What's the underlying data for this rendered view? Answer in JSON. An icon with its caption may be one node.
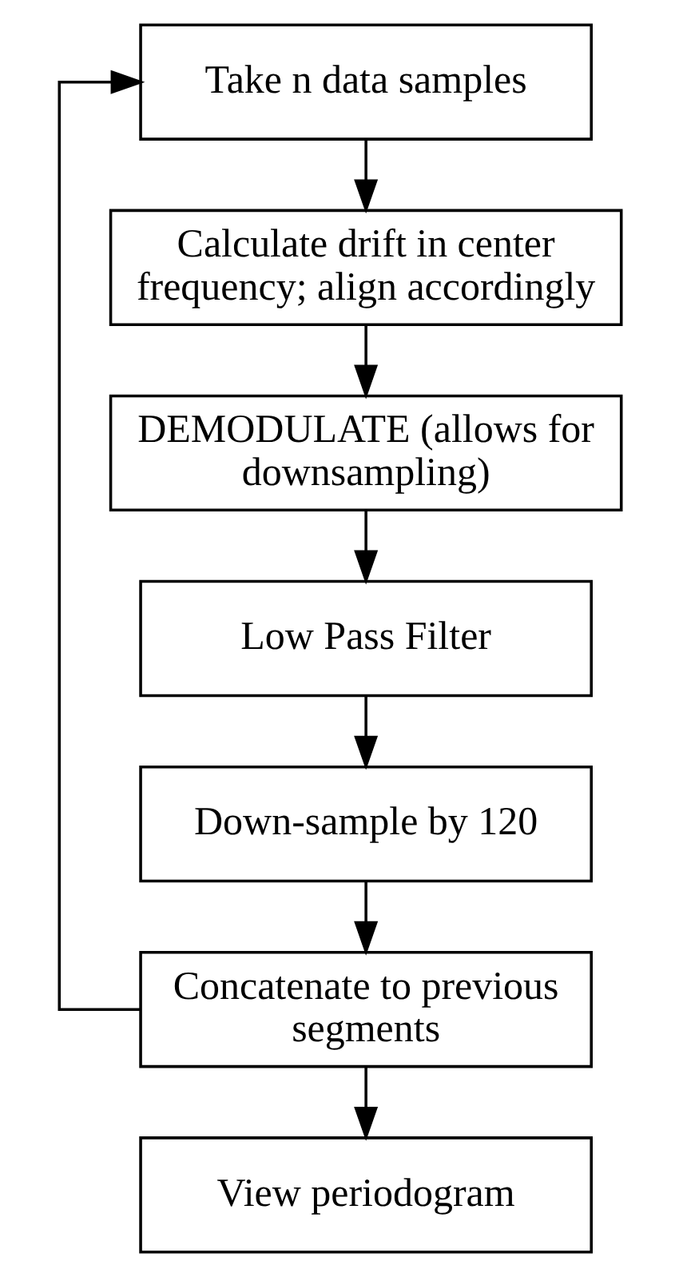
{
  "diagram": {
    "nodes": [
      {
        "text": [
          "Take n data samples"
        ]
      },
      {
        "text": [
          "Calculate drift in center frequency; align accordingly"
        ]
      },
      {
        "text": [
          "DEMODULATE (allows for downsampling)"
        ]
      },
      {
        "text": [
          "Low Pass Filter"
        ]
      },
      {
        "text": [
          "Down-sample by 120"
        ]
      },
      {
        "text": [
          "Concatenate to previous segments"
        ]
      },
      {
        "text": [
          "View periodogram"
        ]
      }
    ],
    "edges": [
      {
        "from": 0,
        "to": 1,
        "arrow": "to"
      },
      {
        "from": 1,
        "to": 2,
        "arrow": "to"
      },
      {
        "from": 2,
        "to": 3,
        "arrow": "to"
      },
      {
        "from": 3,
        "to": 4,
        "arrow": "to"
      },
      {
        "from": 4,
        "to": 5,
        "arrow": "to"
      },
      {
        "from": 5,
        "to": 0,
        "arrow": "to"
      },
      {
        "from": 5,
        "to": 6,
        "arrow": "to"
      }
    ]
  }
}
